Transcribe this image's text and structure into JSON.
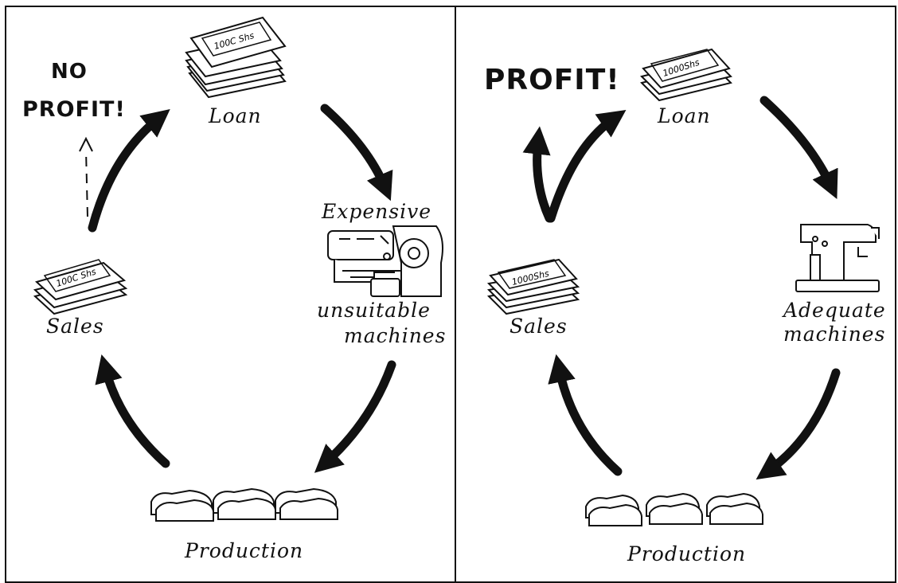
{
  "left_panel": {
    "no_profit_line1": "NO",
    "no_profit_line2": "PROFIT!",
    "loan": "Loan",
    "expensive": "Expensive",
    "unsuitable_line1": "unsuitable",
    "unsuitable_line2": "machines",
    "sales": "Sales",
    "production": "Production",
    "loan_note": "100C Shs",
    "sales_note": "100C Shs"
  },
  "right_panel": {
    "profit": "PROFIT!",
    "loan": "Loan",
    "adequate_line1": "Adequate",
    "adequate_line2": "machines",
    "sales": "Sales",
    "production": "Production",
    "loan_note": "1000Shs",
    "sales_note": "1000Shs"
  },
  "colors": {
    "ink": "#111111",
    "paper": "#ffffff"
  }
}
